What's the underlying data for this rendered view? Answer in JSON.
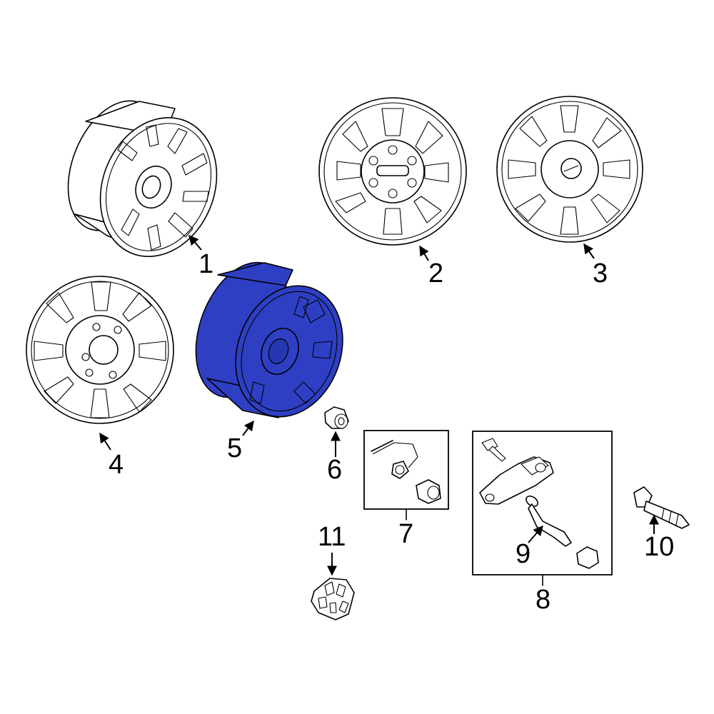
{
  "colors": {
    "background": "#ffffff",
    "line": "#000000",
    "highlight": "#2f3fc4"
  },
  "parts": [
    {
      "id": "1",
      "label": "1"
    },
    {
      "id": "2",
      "label": "2"
    },
    {
      "id": "3",
      "label": "3"
    },
    {
      "id": "4",
      "label": "4"
    },
    {
      "id": "5",
      "label": "5",
      "highlighted": true
    },
    {
      "id": "6",
      "label": "6"
    },
    {
      "id": "7",
      "label": "7"
    },
    {
      "id": "8",
      "label": "8"
    },
    {
      "id": "9",
      "label": "9"
    },
    {
      "id": "10",
      "label": "10"
    },
    {
      "id": "11",
      "label": "11"
    }
  ]
}
